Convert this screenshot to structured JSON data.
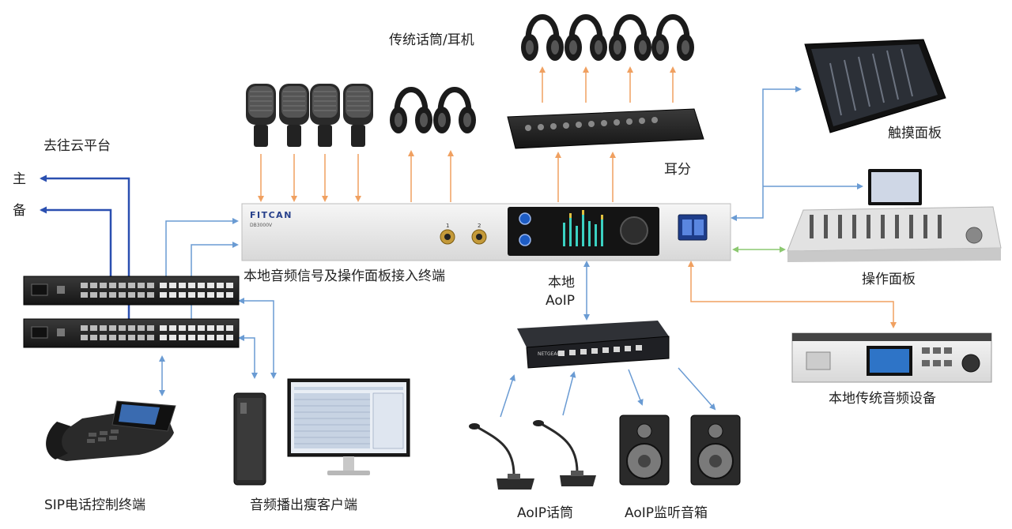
{
  "labels": {
    "cloud": "去往云平台",
    "main": "主",
    "backup": "备",
    "mics_headphones": "传统话筒/耳机",
    "headphone_splitter": "耳分",
    "touch_panel": "触摸面板",
    "control_surface": "操作面板",
    "terminal": "本地音频信号及操作面板接入终端",
    "local_aoip_1": "本地",
    "local_aoip_2": "AoIP",
    "legacy_devices": "本地传统音频设备",
    "sip_terminal": "SIP电话控制终端",
    "thin_client": "音频播出瘦客户端",
    "aoip_mic": "AoIP话筒",
    "aoip_monitor": "AoIP监听音箱"
  },
  "device_text": {
    "brand": "FITCAN",
    "model": "DB3000V",
    "ch1": "1",
    "ch2": "2",
    "switch_brand": "NETGEAR"
  },
  "colors": {
    "blue_line": "#6a9bd3",
    "dark_blue_line": "#2a4fb0",
    "orange_line": "#f0a060",
    "green_line": "#8cc870"
  }
}
